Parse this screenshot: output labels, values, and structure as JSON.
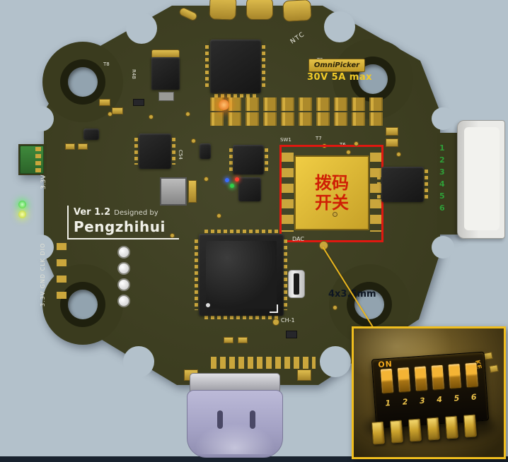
{
  "pcb": {
    "silkscreen": {
      "t8": "T8",
      "r48": "R48",
      "t5": "T5",
      "ntc": "NTC",
      "badge": "OmniPicker",
      "rating": "30V 5A max",
      "sw1": "SW1",
      "t7": "T7",
      "t6": "T6",
      "c54": "C54",
      "dac": "DAC",
      "ch1": "CH-1",
      "v33": "3.3V",
      "prog_header": "3.3V GND CLK DIO",
      "ver_bold": "Ver 1.2",
      "ver_rest": "Designed by",
      "author": "Pengzhihui"
    },
    "right_connector_pins": [
      "1",
      "2",
      "3",
      "4",
      "5",
      "6"
    ]
  },
  "annotation": {
    "dip_label_line1": "拨码",
    "dip_label_line2": "开关",
    "size_note": "4x3.5mm"
  },
  "inset": {
    "on_label": "ON",
    "brand_label": "KE",
    "pin_numbers": [
      "1",
      "2",
      "3",
      "4",
      "5",
      "6"
    ]
  },
  "colors": {
    "highlight_red": "#df1810",
    "callout_yellow": "#eab61e",
    "pad_gold": "#c9a63c",
    "pin_green": "#2f9e38"
  }
}
